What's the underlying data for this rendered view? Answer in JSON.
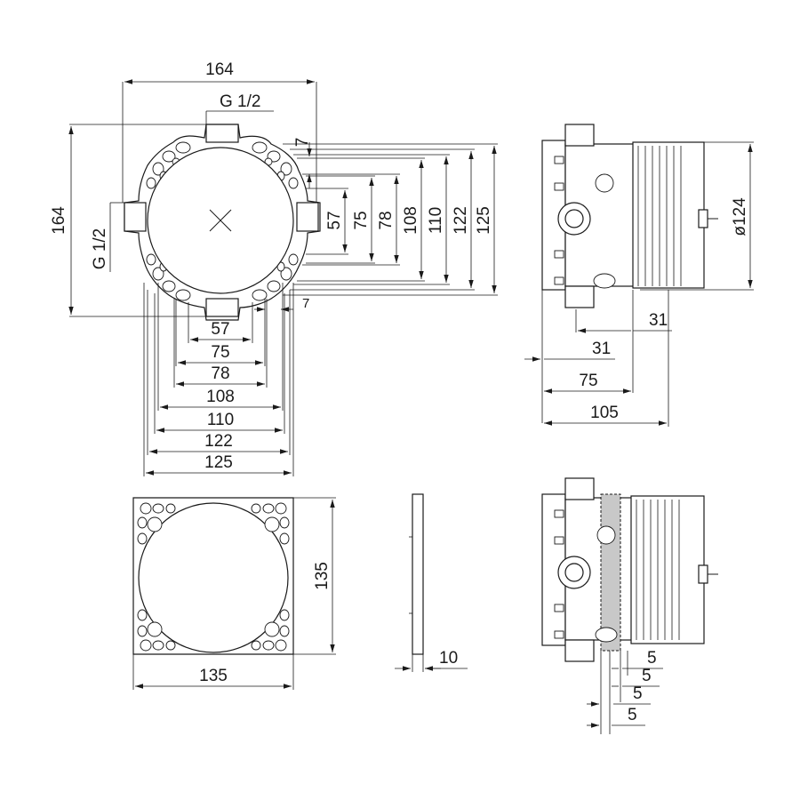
{
  "front_view": {
    "width_top": "164",
    "height_left": "164",
    "connection_top": "G 1/2",
    "connection_left": "G 1/2",
    "offset_small": "7",
    "vertical_dims": [
      "57",
      "75",
      "78",
      "108",
      "110",
      "122",
      "125"
    ],
    "horizontal_dims": [
      "57",
      "75",
      "78",
      "108",
      "110",
      "122",
      "125"
    ]
  },
  "side_view": {
    "diameter": "ø124",
    "dims": [
      "31",
      "31",
      "75",
      "105"
    ]
  },
  "plate_view": {
    "width": "135",
    "height": "135"
  },
  "edge_view": {
    "thickness": "10"
  },
  "side_plate_view": {
    "dims": [
      "5",
      "5",
      "5",
      "5"
    ]
  },
  "colors": {
    "line": "#1a1a1a",
    "background": "#ffffff",
    "plate_fill": "#c8c8c8"
  }
}
